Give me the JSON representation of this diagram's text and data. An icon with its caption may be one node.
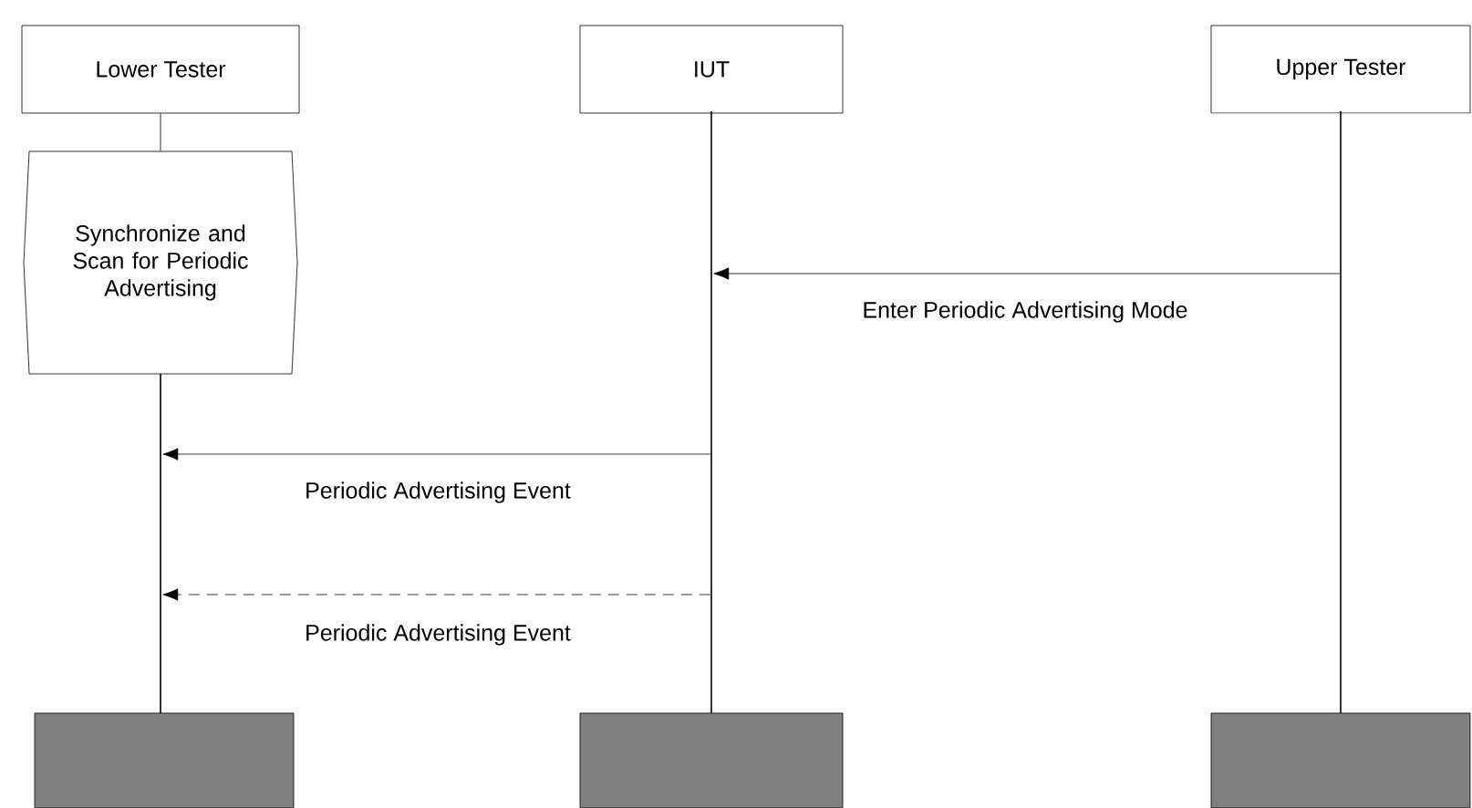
{
  "diagram": {
    "nodes": [
      {
        "text": [
          "Lower Tester"
        ]
      },
      {
        "text": [
          "IUT"
        ]
      },
      {
        "text": [
          "Upper Tester"
        ]
      },
      {
        "text": [
          "Synchronize and Scan for Periodic Advertising"
        ]
      },
      {
        "text": [],
        "shape": "box"
      },
      {
        "text": [],
        "shape": "box"
      },
      {
        "text": [],
        "shape": "box"
      },
      {
        "text": [],
        "shape": "line"
      },
      {
        "text": [],
        "shape": "line"
      },
      {
        "text": [],
        "shape": "line"
      }
    ],
    "edges": [
      {
        "from": 0,
        "to": 3,
        "arrow": "none"
      },
      {
        "from": 9,
        "to": 8,
        "arrow": "to",
        "label": "Enter Periodic Advertising Mode"
      },
      {
        "from": 8,
        "to": 7,
        "arrow": "to",
        "label": "Periodic Advertising Event"
      },
      {
        "from": 8,
        "to": 7,
        "arrow": "to",
        "label": "Periodic Advertising Event",
        "style": "dashed"
      }
    ]
  }
}
